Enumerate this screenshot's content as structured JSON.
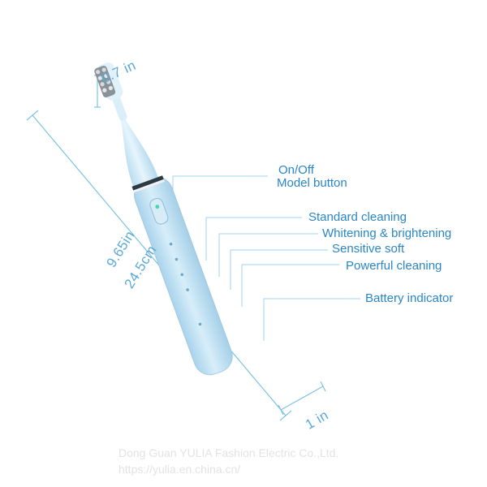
{
  "dimensions": {
    "head_width": "0.7 in",
    "length_in": "9.65in",
    "length_cm": "24.5cm",
    "handle_width": "1 in"
  },
  "callouts": {
    "on_off_line1": "On/Off",
    "on_off_line2": "Model button",
    "standard": "Standard cleaning",
    "whitening": "Whitening & brightening",
    "sensitive": "Sensitive soft",
    "powerful": "Powerful cleaning",
    "battery": "Battery indicator"
  },
  "watermark": {
    "company": "Dong Guan YULIA Fashion Electric Co.,Ltd.",
    "url": "https://yulia.en.china.cn/"
  },
  "colors": {
    "body": "#c6e3f3",
    "dimension_lines": "#7cc3e6",
    "callout_text": "#2a86c8",
    "power_led": "#3fd9b7"
  }
}
